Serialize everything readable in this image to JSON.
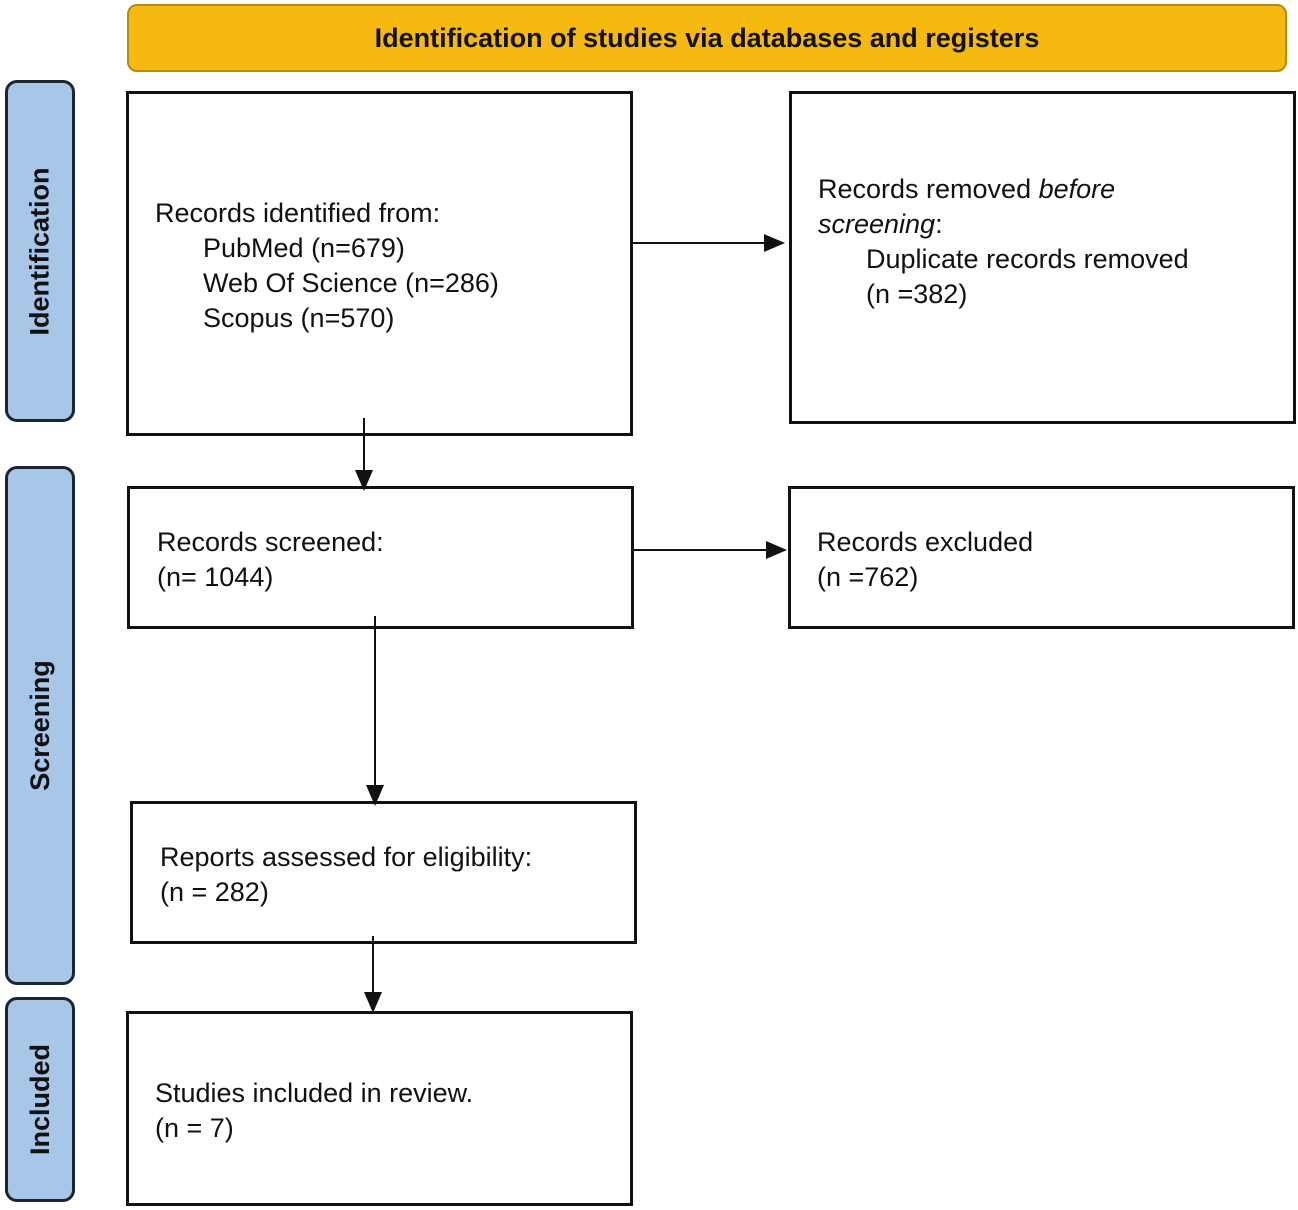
{
  "header": {
    "title": "Identification of studies via databases and registers"
  },
  "phases": {
    "identification": "Identification",
    "screening": "Screening",
    "included": "Included"
  },
  "identified": {
    "heading": "Records identified from:",
    "sources": [
      "PubMed (n=679)",
      "Web Of Science (n=286)",
      "Scopus (n=570)"
    ]
  },
  "removed": {
    "line1_prefix": "Records removed ",
    "line1_italic": "before",
    "line2_italic": "screening",
    "line2_suffix": ":",
    "detail": "Duplicate records removed",
    "count": "(n =382)"
  },
  "screened": {
    "label": "Records screened:",
    "count": "(n= 1044)"
  },
  "excluded": {
    "label": "Records excluded",
    "count": "(n =762)"
  },
  "assessed": {
    "label": "Reports assessed for eligibility:",
    "count": "(n = 282)"
  },
  "included": {
    "label": "Studies included in review.",
    "count": "(n = 7)"
  },
  "colors": {
    "header_fill": "#f5b90f",
    "phase_fill": "#a7c6e8",
    "border": "#111111"
  }
}
